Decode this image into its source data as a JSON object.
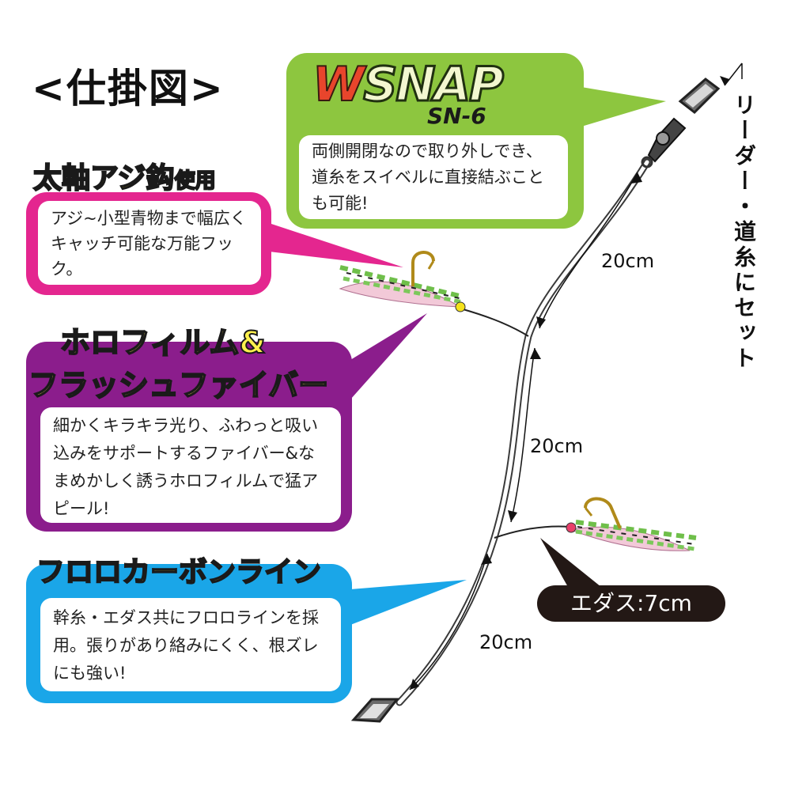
{
  "title": "<仕掛図>",
  "snap": {
    "logo_w": "W",
    "logo_snap": "SNAP",
    "model": "SN-6",
    "description": "両側開閉なので取り外しでき、道糸をスイベルに直接結ぶことも可能!"
  },
  "hook": {
    "title_main": "太軸アジ鈎",
    "title_suffix": "使用",
    "description": "アジ~小型青物まで幅広くキャッチ可能な万能フック。"
  },
  "holo": {
    "title_line1": "ホロフィルム&",
    "title_line2": "フラッシュファイバー",
    "description": "細かくキラキラ光り、ふわっと吸い込みをサポートするファイバー&なまめかしく誘うホロフィルムで猛アピール!"
  },
  "fluoro": {
    "title": "フロロカーボンライン",
    "description": "幹糸・エダス共にフロロラインを採用。張りがあり絡みにくく、根ズレにも強い!"
  },
  "dimensions": {
    "upper": "20cm",
    "middle": "20cm",
    "lower": "20cm",
    "branch": "エダス:7cm"
  },
  "leader_label": "リーダー・道糸にセット",
  "colors": {
    "snap_green": "#8dc63f",
    "hook_pink": "#e4268f",
    "holo_purple": "#8b1d8c",
    "fluoro_blue": "#1aa6e8",
    "title_yellow": "#fff14d"
  }
}
